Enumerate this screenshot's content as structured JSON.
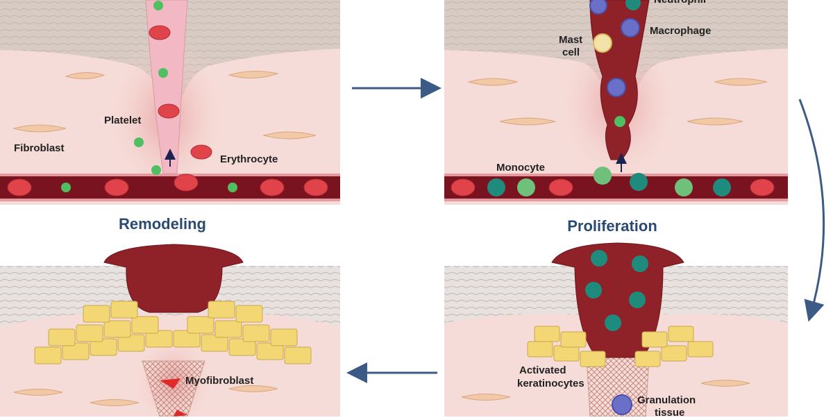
{
  "titles": {
    "remodeling": "Remodeling",
    "proliferation": "Proliferation"
  },
  "labels": {
    "platelet": "Platelet",
    "fibroblast": "Fibroblast",
    "erythrocyte": "Erythrocyte",
    "neutrophil": "Neutrophil",
    "macrophage": "Macrophage",
    "mast_1": "Mast",
    "mast_2": "cell",
    "monocyte": "Monocyte",
    "activated_1": "Activated",
    "activated_2": "keratinocytes",
    "granulation_1": "Granulation",
    "granulation_2": "tissue",
    "myofibroblast": "Myofibroblast"
  },
  "colors": {
    "title": "#2b4a73",
    "arrow": "#3b5a85",
    "skin_pink": "#f6dcd8",
    "epidermis": "#d8cbc4",
    "vessel": "#7a1320",
    "erythrocyte": "#e0444a",
    "platelet": "#4fbf62",
    "clot": "#8f2128",
    "keratinocyte": "#f3d774",
    "monocyte": "#1f8b7c",
    "macrophage": "#6a70c8"
  }
}
